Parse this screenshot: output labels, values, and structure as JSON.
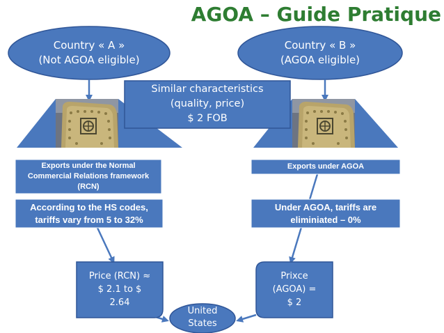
{
  "title": "AGOA – Guide Pratique",
  "country_a": {
    "line1": "Country « A »",
    "line2": "(Not AGOA eligible)"
  },
  "country_b": {
    "line1": "Country « B »",
    "line2": "(AGOA eligible)"
  },
  "similar": {
    "line1": "Similar characteristics",
    "line2": "(quality, price)",
    "line3": "$ 2 FOB"
  },
  "left_label": {
    "line1": "Exports under the Normal",
    "line2": "Commercial Relations framework",
    "line3": "(RCN)"
  },
  "right_label": {
    "line1": "Exports under AGOA"
  },
  "left_tariff": {
    "line1": "According to the HS codes,",
    "line2": "tariffs vary from 5 to 32%"
  },
  "right_tariff": {
    "line1": "Under AGOA, tariffs are",
    "line2": "eliminiated – 0%"
  },
  "left_price": {
    "line1": "Price (RCN) ≈",
    "line2": "$ 2.1 to $",
    "line3": "2.64"
  },
  "right_price": {
    "line1": "Prixce",
    "line2": "(AGOA) =",
    "line3": "$ 2"
  },
  "destination": {
    "line1": "United",
    "line2": "States"
  },
  "colors": {
    "shape_fill": "#4a78bd",
    "shape_stroke": "#2f5597",
    "title_green": "#2e7d32",
    "arrow": "#4a78bd"
  }
}
